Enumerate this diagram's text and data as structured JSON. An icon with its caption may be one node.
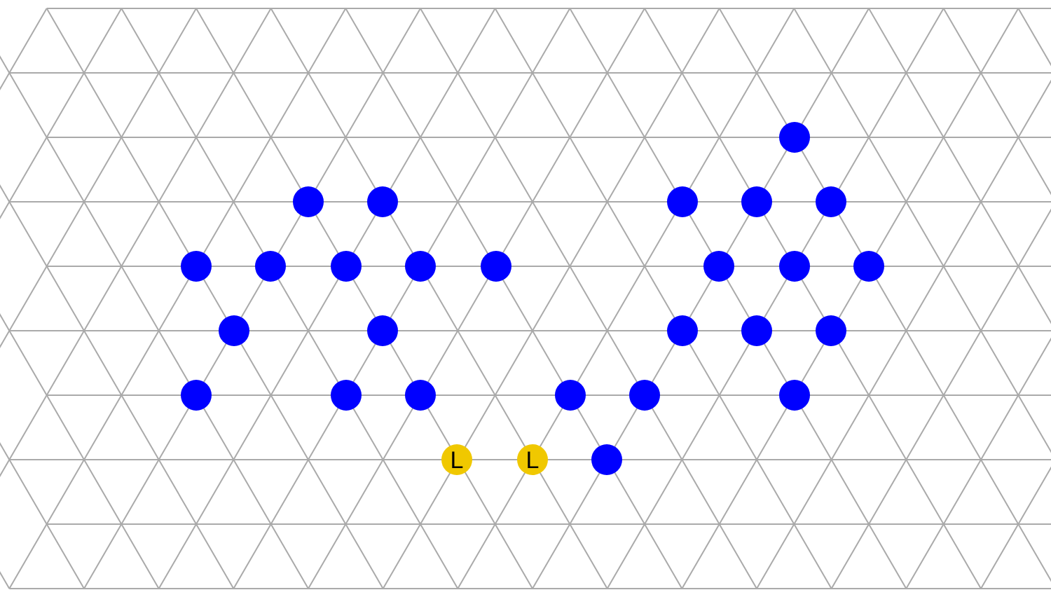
{
  "diagram": {
    "nodes": [
      {
        "text": [],
        "shape": "circle"
      },
      {
        "text": [],
        "shape": "circle"
      },
      {
        "text": [],
        "shape": "circle"
      },
      {
        "text": [],
        "shape": "circle"
      },
      {
        "text": [],
        "shape": "circle"
      },
      {
        "text": [],
        "shape": "circle"
      },
      {
        "text": [],
        "shape": "circle"
      },
      {
        "text": [],
        "shape": "circle"
      },
      {
        "text": [],
        "shape": "circle"
      },
      {
        "text": [],
        "shape": "circle"
      },
      {
        "text": [],
        "shape": "circle"
      },
      {
        "text": [],
        "shape": "circle"
      },
      {
        "text": [],
        "shape": "circle"
      },
      {
        "text": [],
        "shape": "circle"
      },
      {
        "text": [],
        "shape": "circle"
      },
      {
        "text": [],
        "shape": "circle"
      },
      {
        "text": [],
        "shape": "circle"
      },
      {
        "text": [],
        "shape": "circle"
      },
      {
        "text": [],
        "shape": "circle"
      },
      {
        "text": [],
        "shape": "circle"
      },
      {
        "text": [],
        "shape": "circle"
      },
      {
        "text": [],
        "shape": "circle"
      },
      {
        "text": [],
        "shape": "circle"
      },
      {
        "text": [],
        "shape": "circle"
      },
      {
        "text": [],
        "shape": "circle"
      },
      {
        "text": [
          "L"
        ]
      },
      {
        "text": [
          "L"
        ]
      },
      {
        "text": [],
        "shape": "circle"
      }
    ]
  }
}
